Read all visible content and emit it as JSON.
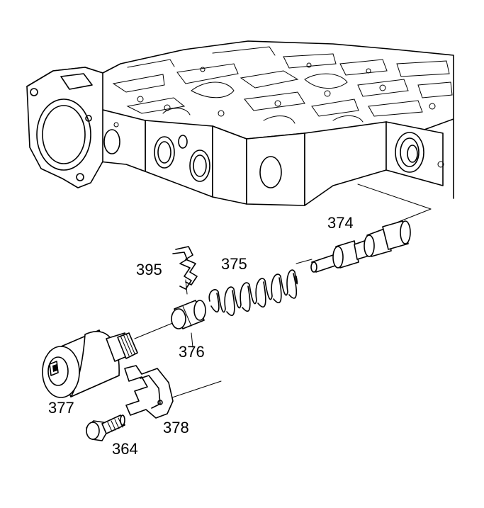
{
  "callouts": {
    "c374": "374",
    "c375": "375",
    "c395": "395",
    "c376": "376",
    "c377": "377",
    "c378": "378",
    "c364": "364"
  },
  "colors": {
    "line": "#000000",
    "background": "#ffffff"
  }
}
